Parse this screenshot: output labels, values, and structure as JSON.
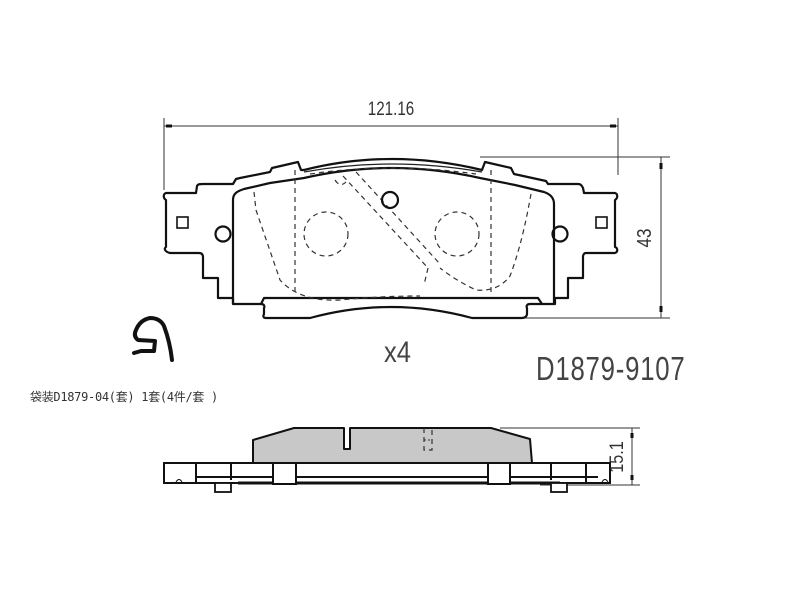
{
  "drawing": {
    "title": "Brake pad technical drawing",
    "part_number": "D1879-9107",
    "quantity_label": "x4",
    "packaging_note": "袋装D1879-04(套) 1套(4件/套 )",
    "dimensions": {
      "width": "121.16",
      "height": "43",
      "thickness": "15.1"
    },
    "views": [
      {
        "name": "front-view",
        "description": "Backing plate with friction material outline (dashed hidden lines)"
      },
      {
        "name": "side-view",
        "description": "Edge profile showing friction material (grey) on backing plate"
      },
      {
        "name": "clip-detail",
        "description": "Wear indicator / anti-rattle clip"
      }
    ],
    "colors": {
      "line": "#111111",
      "friction_fill": "#c8c8c8",
      "background": "#ffffff",
      "text": "#444444"
    }
  }
}
